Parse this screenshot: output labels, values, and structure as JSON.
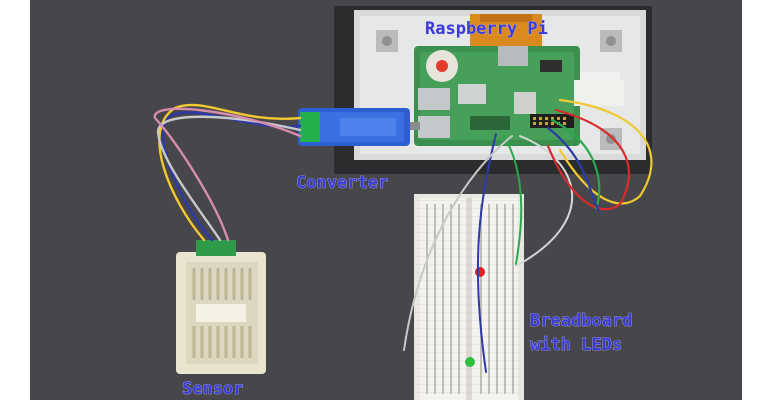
{
  "labels": {
    "raspberry_pi": "Raspberry Pi",
    "converter": "Converter",
    "breadboard_line1": "Breadboard",
    "breadboard_line2": "with LEDs",
    "sensor": "Sensor"
  },
  "colors": {
    "label_text": "#3b3bd6",
    "backdrop": "#4a4b4f",
    "board_green": "#3c8f4e",
    "converter_blue": "#2d5fd1",
    "led_red": "#e01f1f",
    "led_green": "#2fbf3f"
  }
}
